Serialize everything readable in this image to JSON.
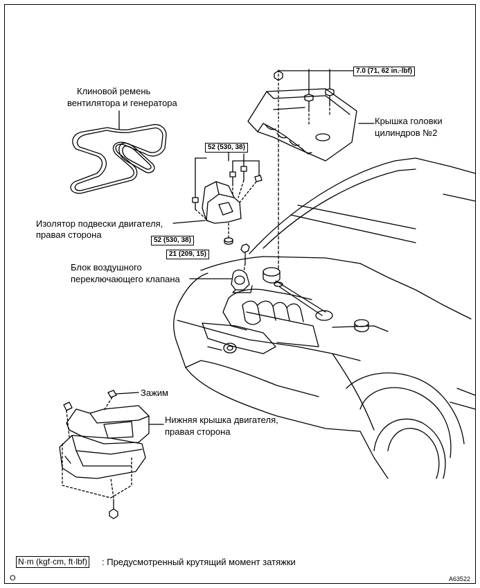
{
  "labels": {
    "belt": [
      "Клиновой ремень",
      "вентилятора и генератора"
    ],
    "cover": [
      "Крышка головки",
      "цилиндров №2"
    ],
    "mount": [
      "Изолятор подвески двигателя,",
      "правая сторона"
    ],
    "valve": [
      "Блок воздушного",
      "переключающего клапана"
    ],
    "clip": "Зажим",
    "undercover": [
      "Нижняя крышка двигателя,",
      "правая сторона"
    ]
  },
  "torque": {
    "cover": "7.0 (71, 62 in.·lbf)",
    "mount_top": "52 (530, 38)",
    "mount_bottom": "52 (530, 38)",
    "valve": "21 (209, 15)"
  },
  "legend": {
    "units": "N·m (kgf·cm, ft·lbf)",
    "text": ": Предусмотренный крутящий момент затяжки"
  },
  "footer": {
    "left": "O",
    "code": "A63522"
  }
}
